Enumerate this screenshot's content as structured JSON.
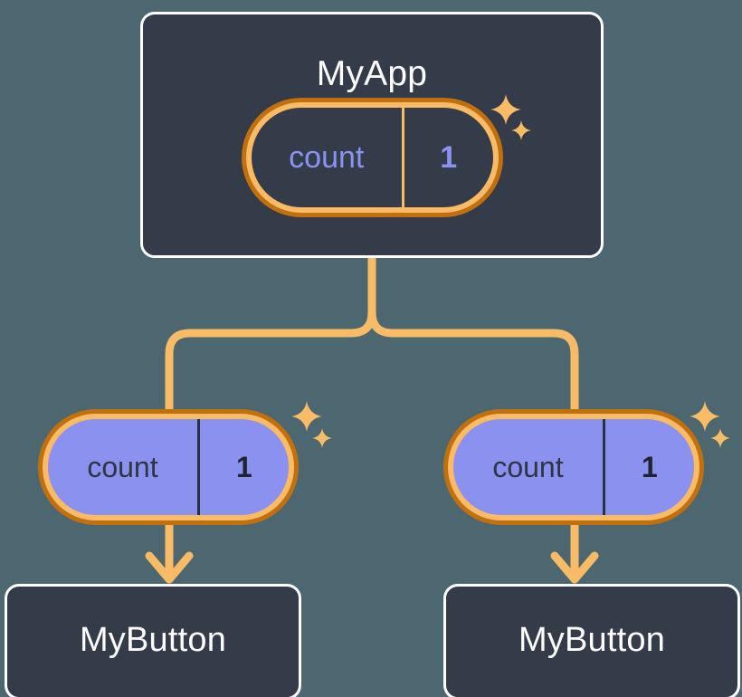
{
  "diagram": {
    "title_text": "MyApp",
    "background_color": "#4c6770",
    "box_fill_color": "#343b49",
    "box_border_color": "#ffffff",
    "wire_color": "#f9bb66",
    "pill_ring_outer_color": "#c2700e",
    "pill_ring_inner_color": "#f9bb66",
    "pill_fill_color": "#8b91ee",
    "state_text_color": "#8c92f2"
  },
  "root": {
    "label": "MyApp",
    "state": {
      "key": "count",
      "value": "1"
    }
  },
  "children": [
    {
      "label": "MyButton",
      "state": {
        "key": "count",
        "value": "1"
      }
    },
    {
      "label": "MyButton",
      "state": {
        "key": "count",
        "value": "1"
      }
    }
  ],
  "icons": {
    "sparkle_large": "sparkle-icon",
    "sparkle_small": "sparkle-icon",
    "arrow_down": "arrow-down-icon"
  }
}
